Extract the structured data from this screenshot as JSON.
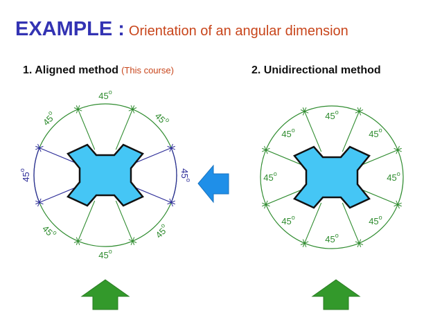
{
  "title": {
    "main": "EXAMPLE :",
    "sub": "Orientation of an angular dimension"
  },
  "methods": [
    {
      "heading": "1. Aligned method",
      "note": "(This course)",
      "dimension_angles": [
        90,
        45,
        0,
        -45,
        -90,
        -135,
        180,
        135
      ],
      "dimension_value": "45",
      "dimension_unit": "o",
      "text_orientation": "aligned",
      "circle_color": "#2e8b2e",
      "horizontal_dim_color": "#2e2e99"
    },
    {
      "heading": "2. Unidirectional method",
      "note": "",
      "dimension_angles": [
        90,
        45,
        0,
        -45,
        -90,
        -135,
        180,
        135
      ],
      "dimension_value": "45",
      "dimension_unit": "o",
      "text_orientation": "horizontal",
      "circle_color": "#2e8b2e"
    }
  ],
  "colors": {
    "part_fill": "#45c6f5",
    "part_stroke": "#111111",
    "arrow_blue": "#1f8fe8",
    "arrow_green": "#33992b"
  },
  "icons": {
    "compare_arrow": "blue-left-arrow-icon",
    "highlight_arrow": "green-up-arrow-icon"
  }
}
